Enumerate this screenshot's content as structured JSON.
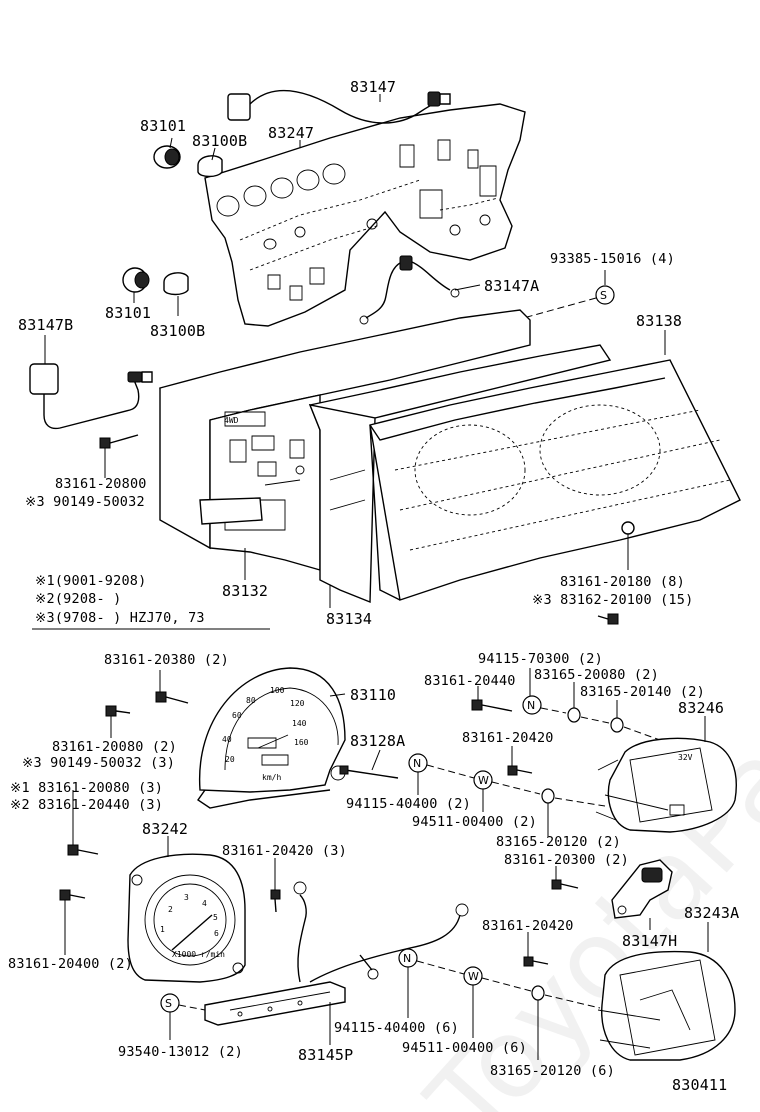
{
  "watermark": "ToyotaPartsCatalogue.ru",
  "diagram_id": "830411",
  "labels": {
    "p83147": "83147",
    "p83101_a": "83101",
    "p83100b_a": "83100B",
    "p83247": "83247",
    "p83101_b": "83101",
    "p83100b_b": "83100B",
    "p83147a": "83147A",
    "p93385": "93385-15016 (4)",
    "p83147b": "83147B",
    "p83138": "83138",
    "p83161_20800": "83161-20800",
    "p90149_a": "※3 90149-50032",
    "p83132": "83132",
    "p83134": "83134",
    "p83161_20180": "83161-20180 (8)",
    "p83162_20100": "※3 83162-20100 (15)",
    "p83161_20380": "83161-20380 (2)",
    "p83110": "83110",
    "p94115_70300": "94115-70300 (2)",
    "p83161_20440_a": "83161-20440",
    "p83165_20080": "83165-20080 (2)",
    "p83165_20140": "83165-20140 (2)",
    "p83246": "83246",
    "p83161_20080_a": "83161-20080 (2)",
    "p90149_b": "※3 90149-50032 (3)",
    "p83128a": "83128A",
    "p83161_20420_a": "83161-20420",
    "p83161_20080_b": "※1  83161-20080 (3)",
    "p83161_20440_b": "※2  83161-20440 (3)",
    "p94115_40400_a": "94115-40400 (2)",
    "p94511_00400_a": "94511-00400 (2)",
    "p83165_20120_a": "83165-20120 (2)",
    "p83242": "83242",
    "p83161_20420_b": "83161-20420 (3)",
    "p83161_20300": "83161-20300 (2)",
    "p83147h": "83147H",
    "p83243a": "83243A",
    "p83161_20420_c": "83161-20420",
    "p83161_20400": "83161-20400 (2)",
    "p93540": "93540-13012 (2)",
    "p83145p": "83145P",
    "p94115_40400_b": "94115-40400 (6)",
    "p94511_00400_b": "94511-00400 (6)",
    "p83165_20120_b": "83165-20120 (6)"
  },
  "legend": {
    "row1": "※1(9001-9208)",
    "row2": "※2(9208-      )",
    "row3": "※3(9708-       ) HZJ70, 73"
  },
  "gauge_text": {
    "speedo_unit": "km/h",
    "speedo_ticks": [
      "20",
      "40",
      "60",
      "80",
      "100",
      "120",
      "140",
      "160"
    ],
    "tacho_ticks": [
      "1",
      "2",
      "3",
      "4",
      "5",
      "6"
    ],
    "tacho_unit": "X1000 r/min",
    "panel_text": "4WD",
    "reg_text": "32V"
  },
  "washer_letters": {
    "N": "N",
    "W": "W",
    "S": "S"
  }
}
